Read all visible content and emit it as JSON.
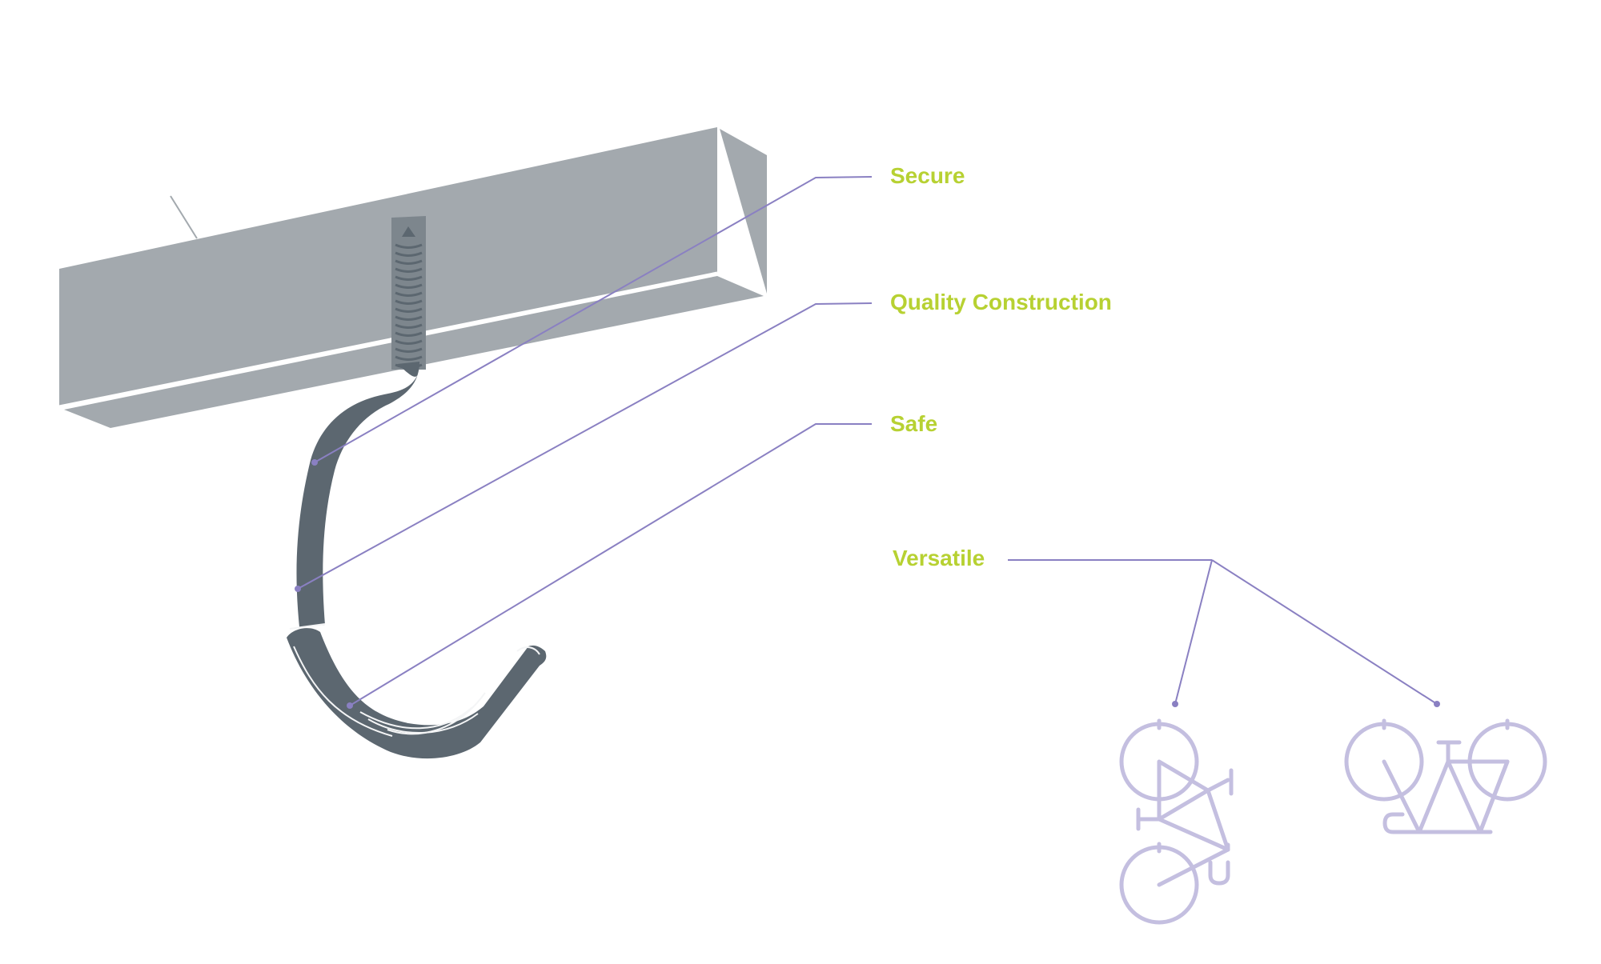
{
  "colors": {
    "accent_label": "#b7d132",
    "leader_line": "#8a80c2",
    "bike_icon": "#c4bfe0",
    "beam_face": "#a3a9ae",
    "beam_highlight": "#ffffff",
    "screw": "#7d868d",
    "hook": "#5c6770",
    "hook_sleeve_line": "#f4f5f6"
  },
  "labels": {
    "secure": "Secure",
    "quality": "Quality Construction",
    "safe": "Safe",
    "versatile": "Versatile"
  },
  "icons": {
    "beam": "ceiling-beam",
    "hook": "bike-storage-hook",
    "bike_vertical": "vertical-hanging-bike-icon",
    "bike_horizontal": "horizontal-hanging-bike-icon"
  }
}
